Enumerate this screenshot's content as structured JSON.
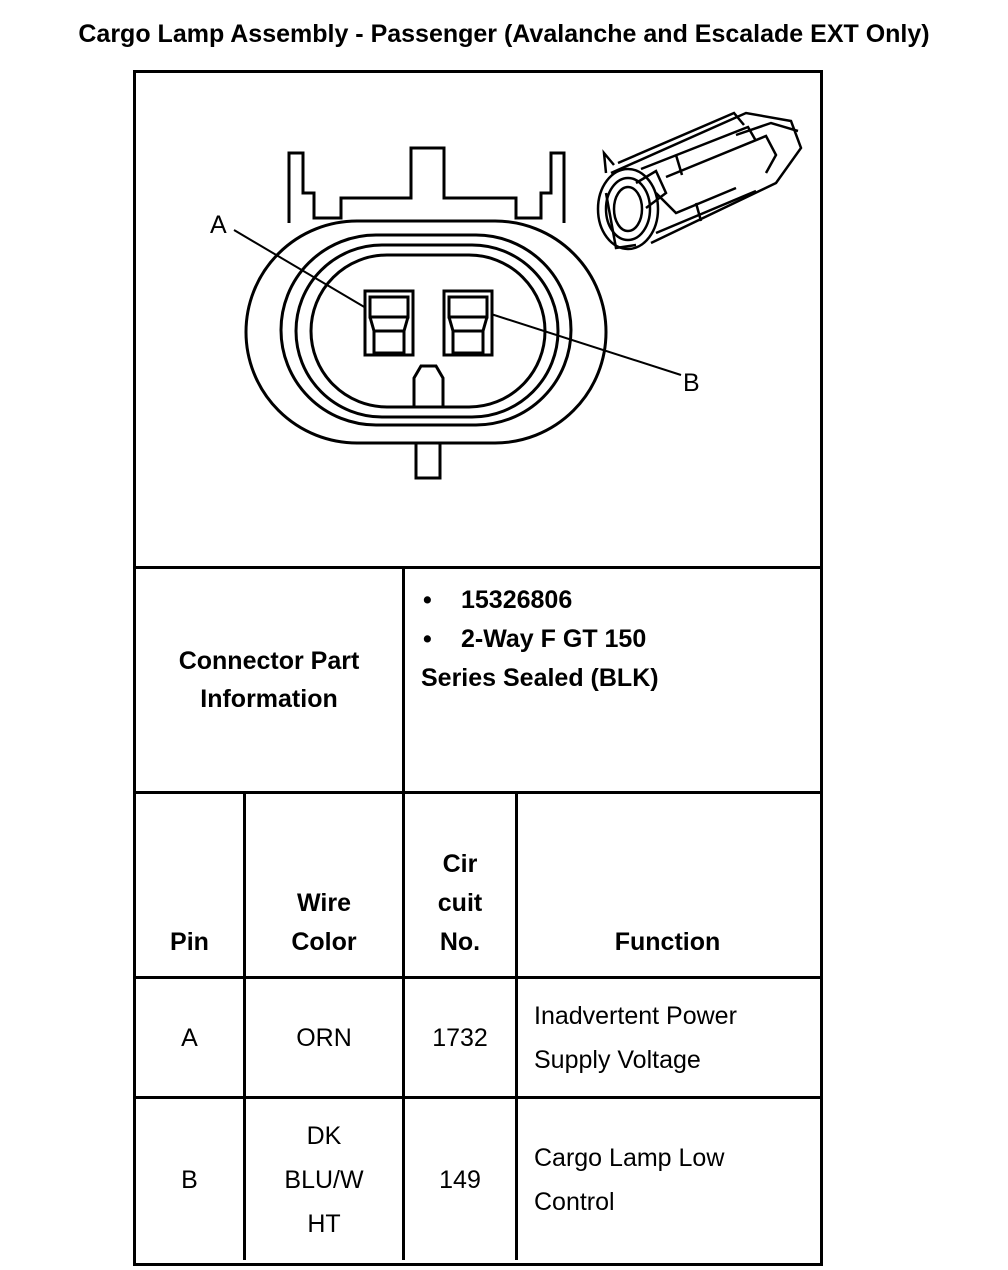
{
  "title": "Cargo Lamp Assembly - Passenger (Avalanche and Escalade EXT Only)",
  "diagram": {
    "pin_label_a": "A",
    "pin_label_b": "B"
  },
  "connector_info": {
    "label": "Connector Part Information",
    "bullets": [
      "15326806",
      "2-Way F GT 150"
    ],
    "continuation": "Series Sealed (BLK)"
  },
  "pin_table": {
    "headers": {
      "pin": "Pin",
      "wire_color": "Wire Color",
      "circuit": "Cir cuit No.",
      "function": "Function"
    },
    "rows": [
      {
        "pin": "A",
        "wire_color": "ORN",
        "circuit": "1732",
        "function": "Inadvertent Power Supply Voltage"
      },
      {
        "pin": "B",
        "wire_color": "DK BLU/W HT",
        "circuit": "149",
        "function": "Cargo Lamp Low Control"
      }
    ]
  }
}
